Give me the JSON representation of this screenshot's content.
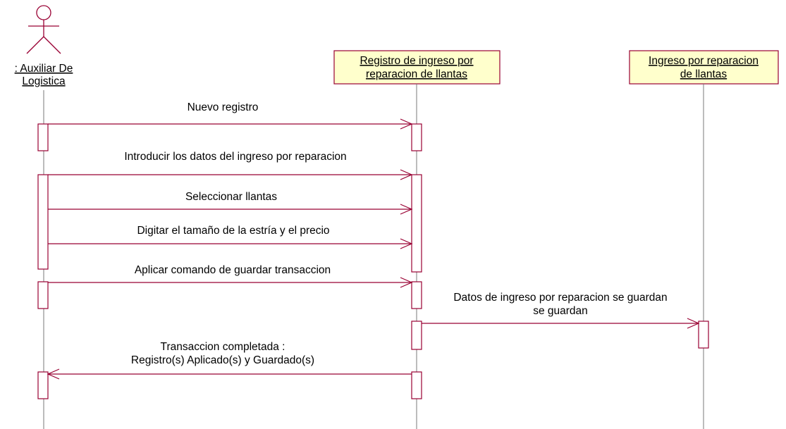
{
  "diagram": {
    "type": "sequence",
    "actor": {
      "name_line1": ": Auxiliar De",
      "name_line2": "Logistica"
    },
    "objects": [
      {
        "line1": "Registro de ingreso por",
        "line2": "reparacion de llantas"
      },
      {
        "line1": "Ingreso por reparacion",
        "line2": "de llantas"
      }
    ],
    "messages": [
      {
        "line1": "Nuevo registro"
      },
      {
        "line1": "Introducir los datos del ingreso por reparacion"
      },
      {
        "line1": "Seleccionar llantas"
      },
      {
        "line1": "Digitar el tamaño de la estría y el precio"
      },
      {
        "line1": "Aplicar comando de guardar transaccion"
      },
      {
        "line1": "Datos de ingreso por reparacion se guardan",
        "line2": "se guardan"
      },
      {
        "line1": "Transaccion completada :",
        "line2": "Registro(s) Aplicado(s) y Guardado(s)"
      }
    ],
    "colors": {
      "line": "#990033",
      "box_fill": "#ffffcc",
      "lifeline": "#7a7a7a",
      "text": "#000000"
    }
  }
}
